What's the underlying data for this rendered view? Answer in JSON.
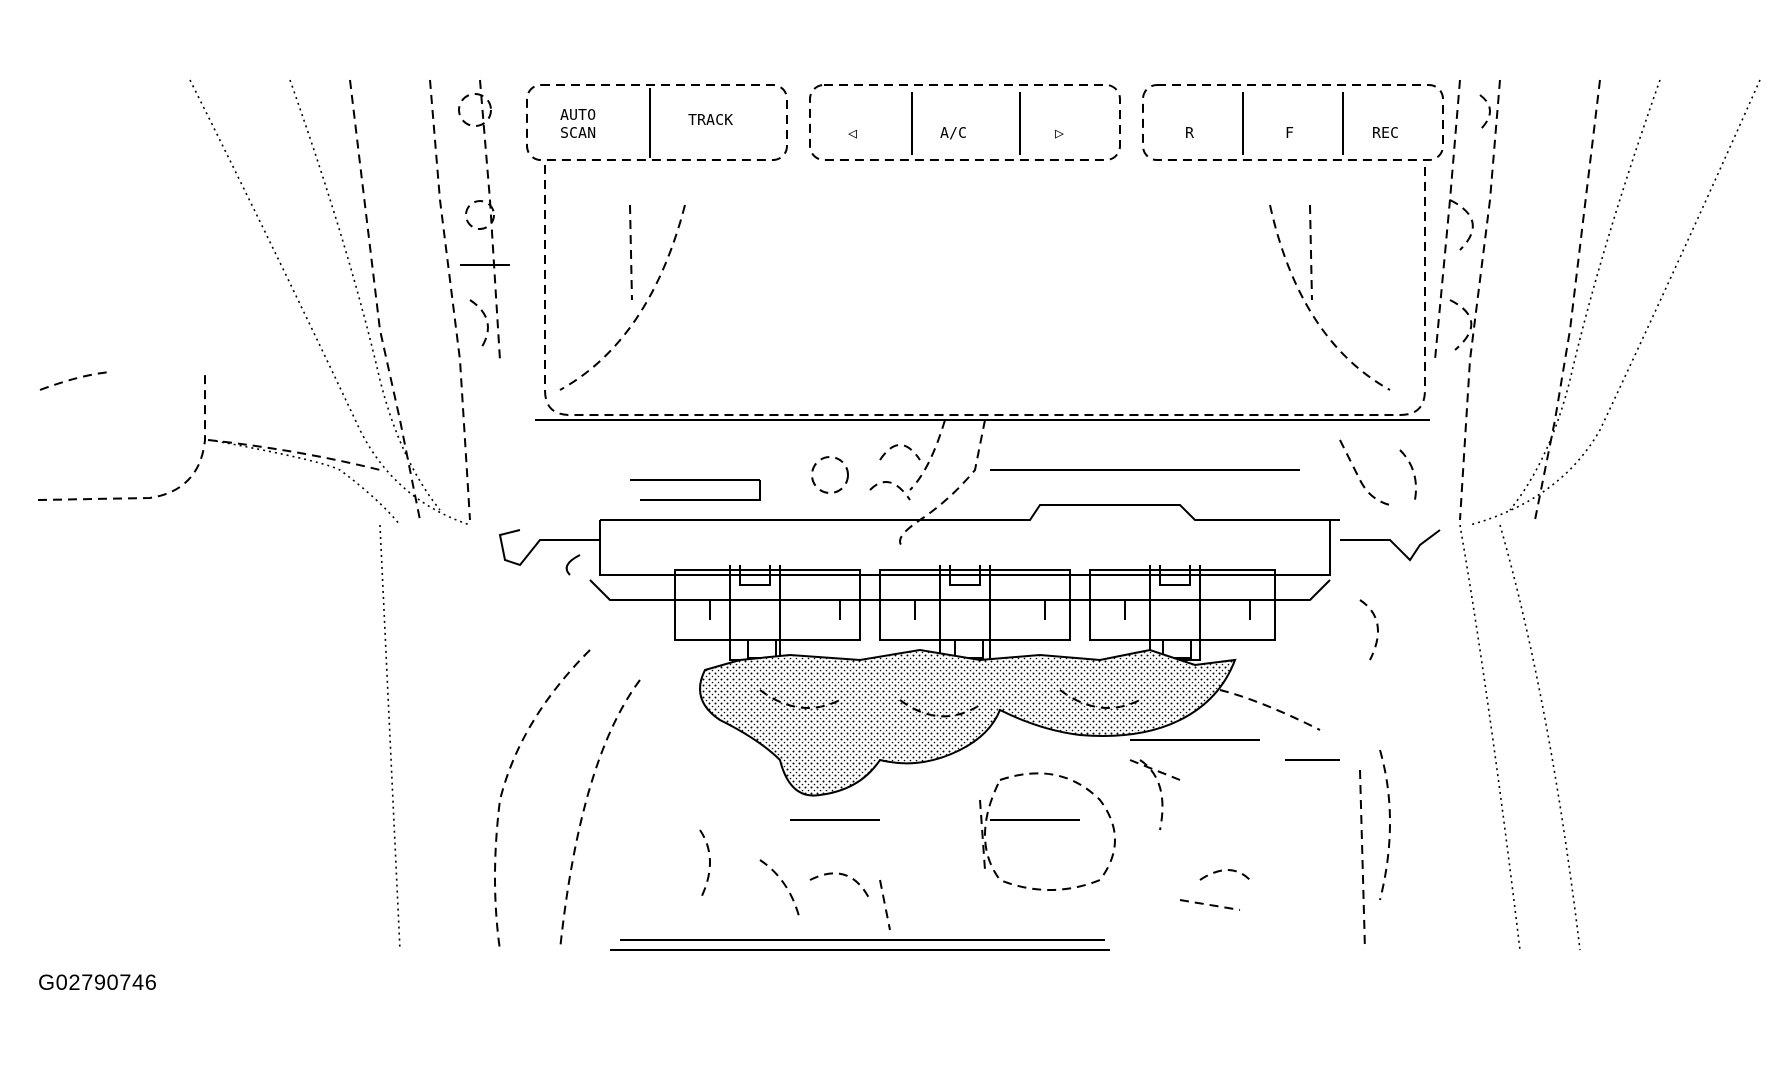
{
  "figure": {
    "id_label": "G02790746"
  },
  "panel_buttons": [
    {
      "name": "auto-button",
      "glyph": "AUTO",
      "glyph2": "SCAN"
    },
    {
      "name": "mode-button",
      "glyph": "TRACK"
    },
    {
      "name": "fan-button",
      "glyph": "◁"
    },
    {
      "name": "temp-button",
      "glyph": "A/C"
    },
    {
      "name": "vent-button",
      "glyph": "▷"
    },
    {
      "name": "rear-button",
      "glyph": "R"
    },
    {
      "name": "front-button",
      "glyph": "F"
    },
    {
      "name": "recirc-button",
      "glyph": "REC"
    }
  ],
  "colors": {
    "line": "#000000",
    "background": "#ffffff"
  }
}
